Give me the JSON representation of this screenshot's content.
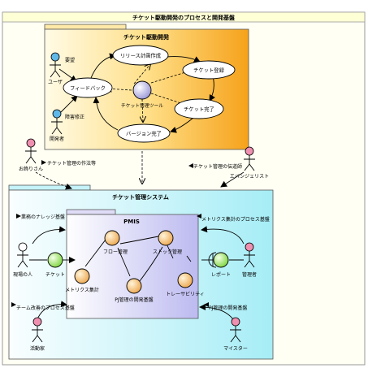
{
  "outer_title": "チケット駆動開発のプロセスと開発基盤",
  "process_pkg": {
    "title": "チケット駆動開発",
    "usecases": {
      "release_plan": "リリース計画作成",
      "ticket_register": "チケット登録",
      "feedback": "フィードバック",
      "ticket_tool": "チケット管理ツール",
      "ticket_done": "チケット完了",
      "version_done": "バージョン完了"
    },
    "actors": {
      "user": "ユーザ",
      "developer": "開発者"
    },
    "labels": {
      "request": "要望",
      "bugfix": "障害修正"
    }
  },
  "middle": {
    "okaikunsan": "お飾りさん",
    "evangelist": "エバンジェリスト",
    "ticket_style": "チケット管理の作法等",
    "ticket_evangelize": "チケット管理の伝道師"
  },
  "system_pkg": {
    "title": "チケット管理システム",
    "pmis": "PMIS",
    "components": {
      "flow": "フロー管理",
      "stock": "ストック管理",
      "metrics": "メトリクス集計",
      "pj_base": "PJ管理の開発基盤",
      "trace": "トレーサビリティ"
    },
    "interfaces": {
      "ticket": "チケット",
      "report": "レポート"
    },
    "actors": {
      "field": "現場の人",
      "manager": "管理者",
      "activity": "活動家",
      "meister": "マイスター"
    },
    "labels": {
      "knowledge": "業務のナレッジ基盤",
      "metrics_process": "メトリクス集計のプロセス基盤",
      "team_process": "チーム改善のプロセス基盤",
      "pj_dev": "PJ管理の開発基盤"
    }
  },
  "colors": {
    "orange_light": "#fff3c0",
    "orange_dark": "#f7a51d",
    "cyan_light": "#e8fbfd",
    "cyan_dark": "#a8eef7",
    "pmis_light": "#ffffff",
    "pmis_dark": "#c5c3f2",
    "actor_pink": "#f090b0",
    "actor_blue": "#60b8e8",
    "interface_green": "#90e050",
    "component_orange": "#f6c070"
  }
}
